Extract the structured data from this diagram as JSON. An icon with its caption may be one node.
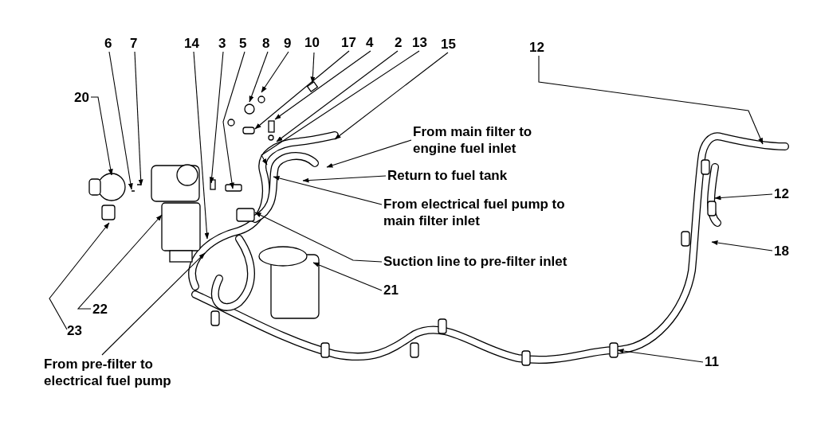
{
  "diagram": {
    "nodes": [
      {
        "text": [
          "6"
        ]
      },
      {
        "text": [
          "7"
        ]
      },
      {
        "text": [
          "14"
        ]
      },
      {
        "text": [
          "3"
        ]
      },
      {
        "text": [
          "5"
        ]
      },
      {
        "text": [
          "8"
        ]
      },
      {
        "text": [
          "9"
        ]
      },
      {
        "text": [
          "10"
        ]
      },
      {
        "text": [
          "17"
        ]
      },
      {
        "text": [
          "4"
        ]
      },
      {
        "text": [
          "2"
        ]
      },
      {
        "text": [
          "13"
        ]
      },
      {
        "text": [
          "15"
        ]
      },
      {
        "text": [
          "12"
        ]
      },
      {
        "text": [
          "20"
        ]
      },
      {
        "text": [
          "From main filter to engine fuel inlet"
        ]
      },
      {
        "text": [
          "Return to fuel tank"
        ]
      },
      {
        "text": [
          "From electrical fuel pump to main filter inlet"
        ]
      },
      {
        "text": [
          "12"
        ]
      },
      {
        "text": [
          "Suction line to pre-filter inlet"
        ]
      },
      {
        "text": [
          "18"
        ]
      },
      {
        "text": [
          "21"
        ]
      },
      {
        "text": [
          "22"
        ]
      },
      {
        "text": [
          "23"
        ]
      },
      {
        "text": [
          "From pre-filter to electrical fuel pump"
        ]
      },
      {
        "text": [
          "11"
        ]
      }
    ],
    "edges": [
      {
        "from": 0,
        "to": null,
        "arrow": "to"
      },
      {
        "from": 1,
        "to": null,
        "arrow": "to"
      },
      {
        "from": 2,
        "to": null,
        "arrow": "to"
      },
      {
        "from": 3,
        "to": null,
        "arrow": "to"
      },
      {
        "from": 4,
        "to": null,
        "arrow": "to"
      },
      {
        "from": 5,
        "to": null,
        "arrow": "to"
      },
      {
        "from": 6,
        "to": null,
        "arrow": "to"
      },
      {
        "from": 7,
        "to": null,
        "arrow": "to"
      },
      {
        "from": 8,
        "to": null,
        "arrow": "to"
      },
      {
        "from": 9,
        "to": null,
        "arrow": "to"
      },
      {
        "from": 10,
        "to": null,
        "arrow": "to"
      },
      {
        "from": 11,
        "to": null,
        "arrow": "to"
      },
      {
        "from": 12,
        "to": null,
        "arrow": "to"
      },
      {
        "from": 13,
        "to": null,
        "arrow": "to"
      },
      {
        "from": 14,
        "to": null,
        "arrow": "to"
      },
      {
        "from": 15,
        "to": null,
        "arrow": "to"
      },
      {
        "from": 16,
        "to": null,
        "arrow": "to"
      },
      {
        "from": 17,
        "to": null,
        "arrow": "to"
      },
      {
        "from": 18,
        "to": null,
        "arrow": "to"
      },
      {
        "from": 19,
        "to": null,
        "arrow": "to"
      },
      {
        "from": 20,
        "to": null,
        "arrow": "to"
      },
      {
        "from": 21,
        "to": null,
        "arrow": "to"
      },
      {
        "from": 22,
        "to": null,
        "arrow": "to"
      },
      {
        "from": 23,
        "to": null,
        "arrow": "to"
      },
      {
        "from": 24,
        "to": null,
        "arrow": "to"
      },
      {
        "from": 25,
        "to": null,
        "arrow": "to"
      }
    ]
  }
}
